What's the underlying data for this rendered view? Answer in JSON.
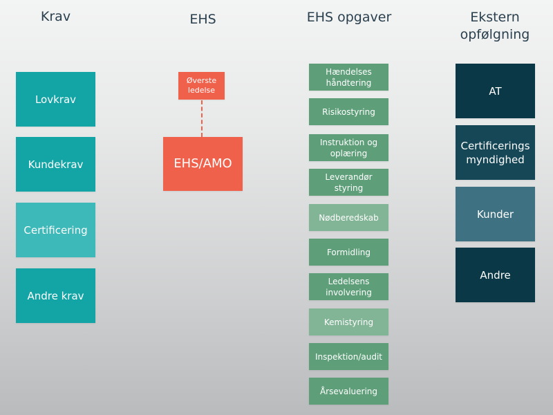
{
  "columns": {
    "krav": "Krav",
    "ehs": "EHS",
    "opgaver": "EHS opgaver",
    "ekstern": "Ekstern opfølgning"
  },
  "krav_items": [
    "Lovkrav",
    "Kundekrav",
    "Certificering",
    "Andre krav"
  ],
  "ehs": {
    "top_label": "Øverste ledelse",
    "main_label": "EHS/AMO"
  },
  "task_items": [
    "Hændelses håndtering",
    "Risikostyring",
    "Instruktion og oplæring",
    "Leverandør styring",
    "Nødberedskab",
    "Formidling",
    "Ledelsens involvering",
    "Kemistyring",
    "Inspektion/audit",
    "Årsevaluering"
  ],
  "ext_items": [
    "AT",
    "Certificerings myndighed",
    "Kunder",
    "Andre"
  ],
  "colors": {
    "krav_dark": "#13a5a6",
    "krav_light": "#3db9b9",
    "ehs_orange": "#f0614c",
    "task_green": "#5e9f7a",
    "task_green_light": "#82b496",
    "ext_dark": "#0b3847",
    "ext_mid": "#154757",
    "ext_light": "#3e7282"
  }
}
